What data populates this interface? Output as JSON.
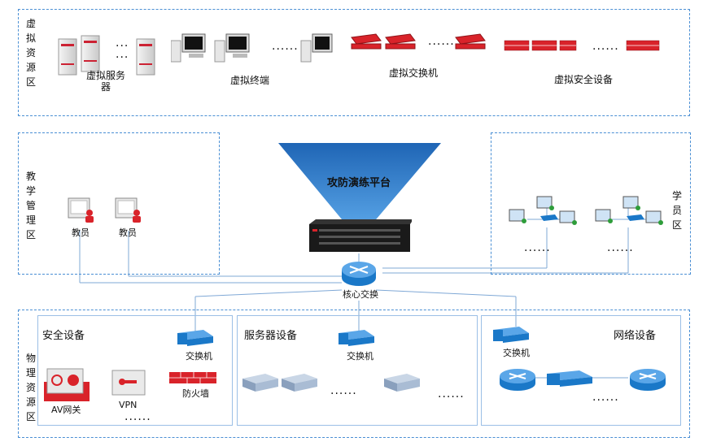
{
  "zones": {
    "virtual": "虚拟资源区",
    "teaching": "教学管理区",
    "student": "学员区",
    "physical": "物理资源区"
  },
  "virtual": {
    "servers": "虚拟服务器",
    "terminals": "虚拟终端",
    "switches": "虚拟交换机",
    "security": "虚拟安全设备",
    "dots": "......"
  },
  "platform": {
    "title": "攻防演练平台",
    "core_label": "核心交换"
  },
  "teaching": {
    "teacher1": "教员",
    "teacher2": "教员"
  },
  "student": {
    "dots": "......"
  },
  "physical": {
    "security_group": "安全设备",
    "server_group": "服务器设备",
    "network_group": "网络设备",
    "switch_label": "交换机",
    "av_gateway": "AV网关",
    "vpn": "VPN",
    "firewall": "防火墙",
    "dots": "......"
  },
  "colors": {
    "zone_border": "#4a8fd4",
    "line": "#7fa8d6",
    "red": "#d9232a",
    "blue": "#1a78c8"
  }
}
